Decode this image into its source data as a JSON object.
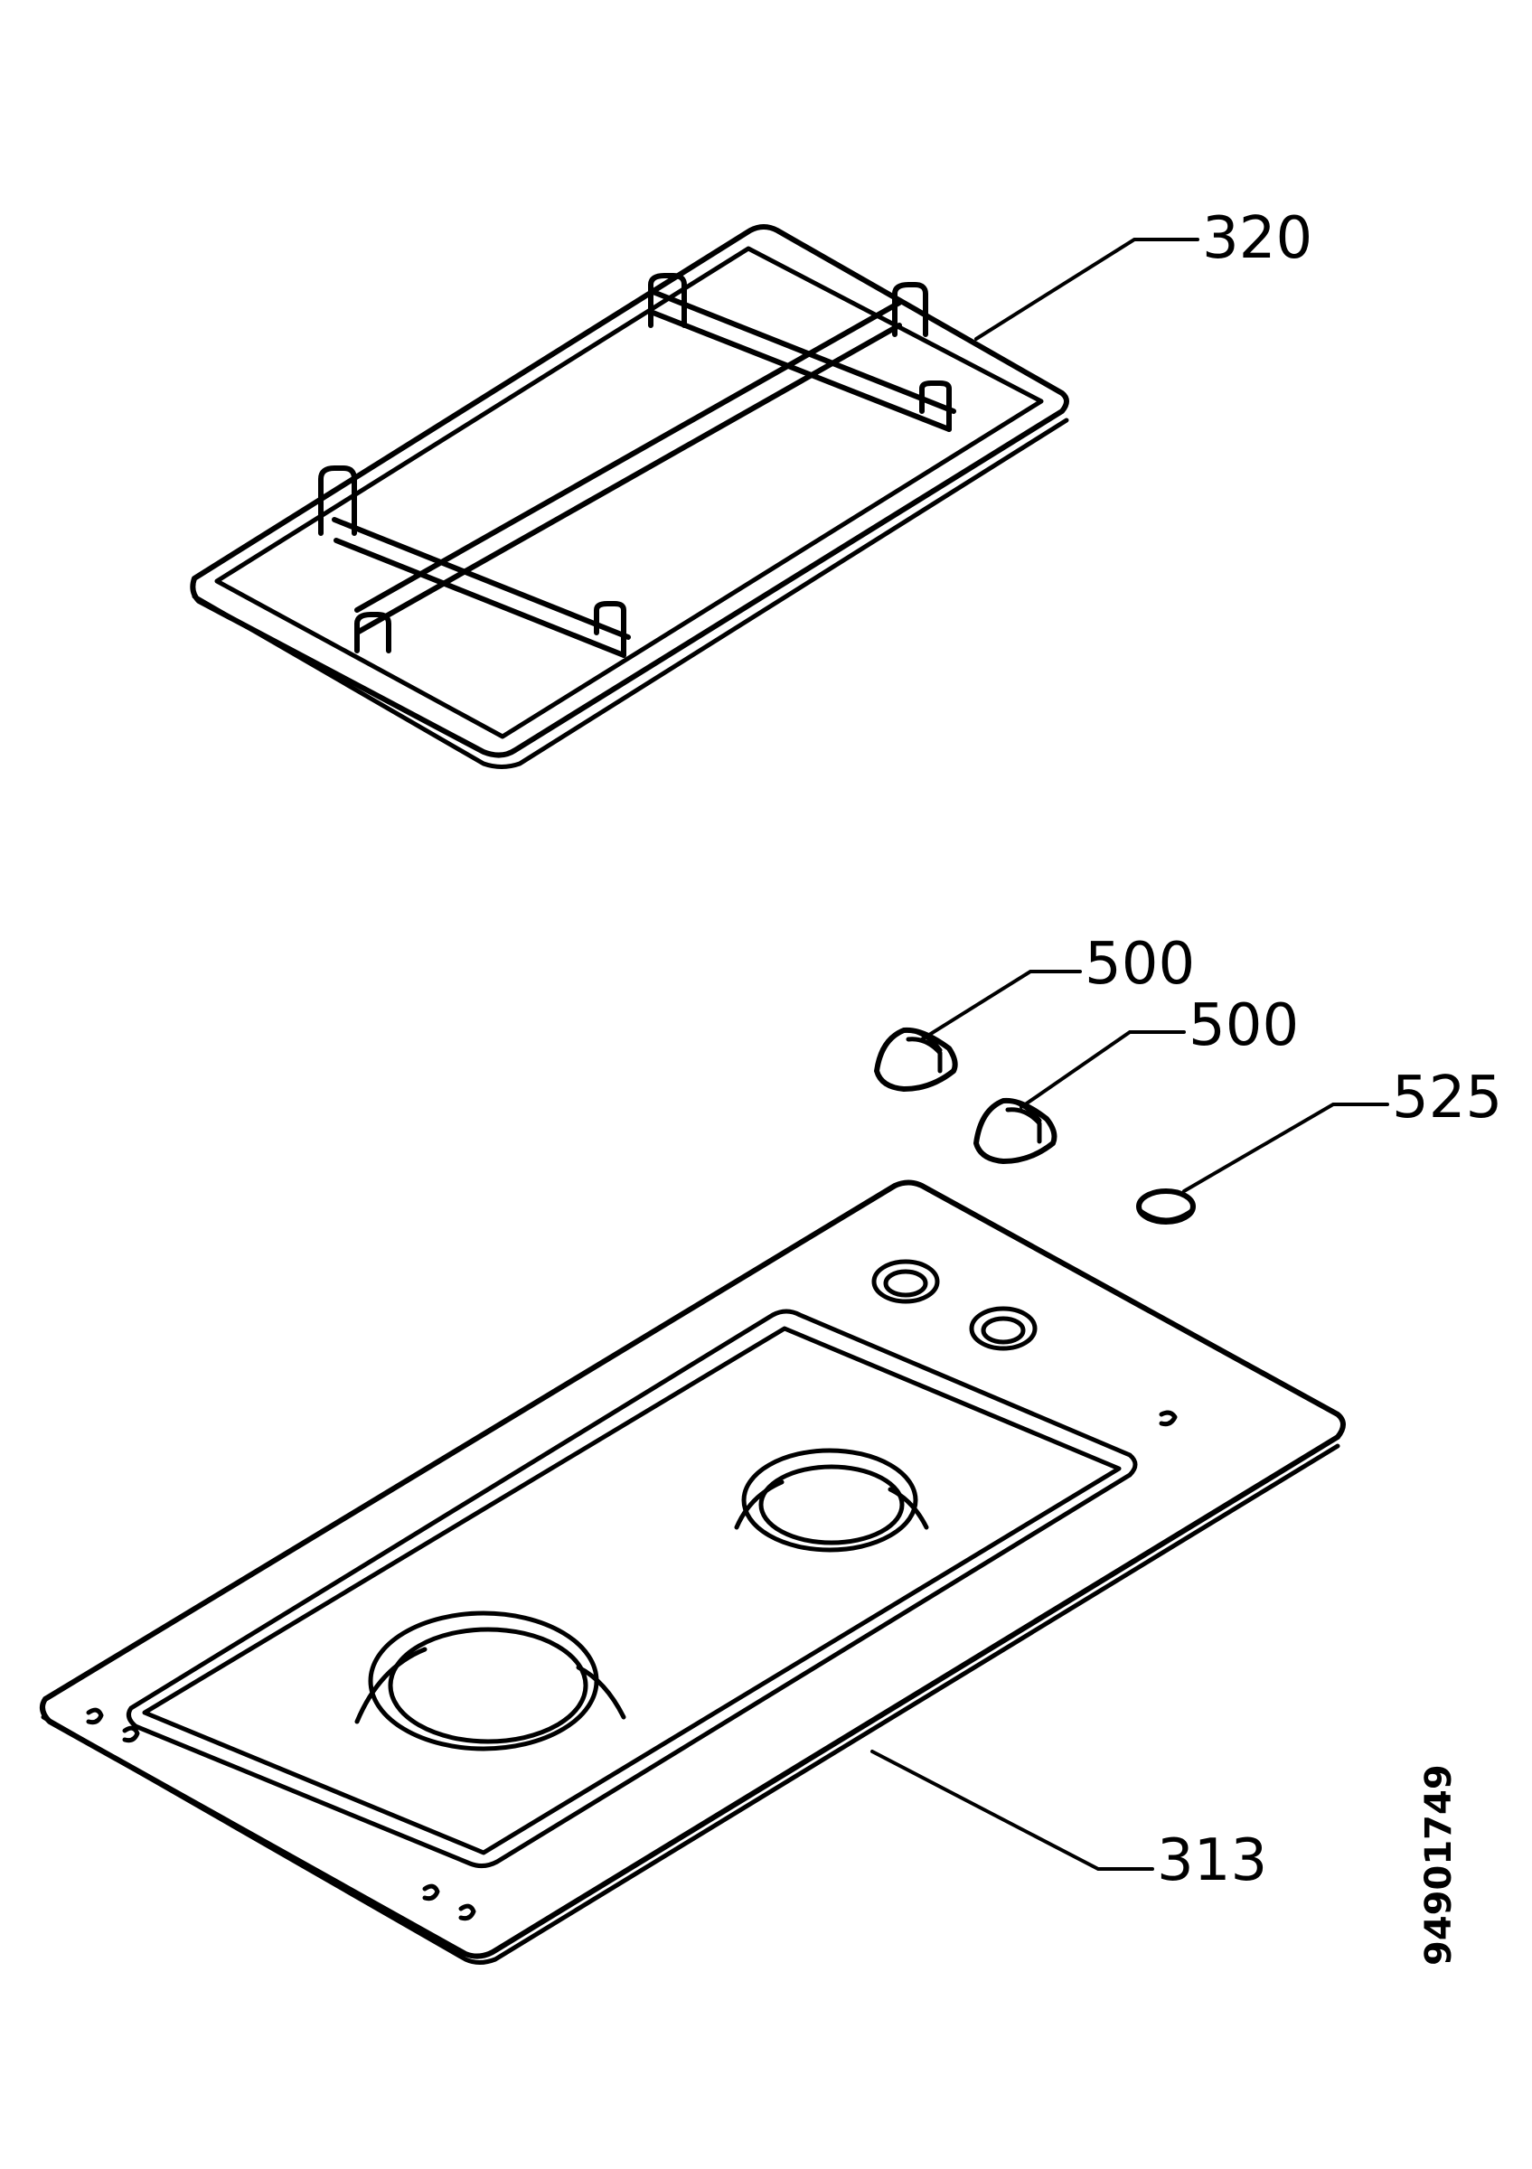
{
  "callouts": {
    "grate": "320",
    "knob_left": "500",
    "knob_right": "500",
    "indicator": "525",
    "hob_top": "313"
  },
  "document_number": "94901749"
}
